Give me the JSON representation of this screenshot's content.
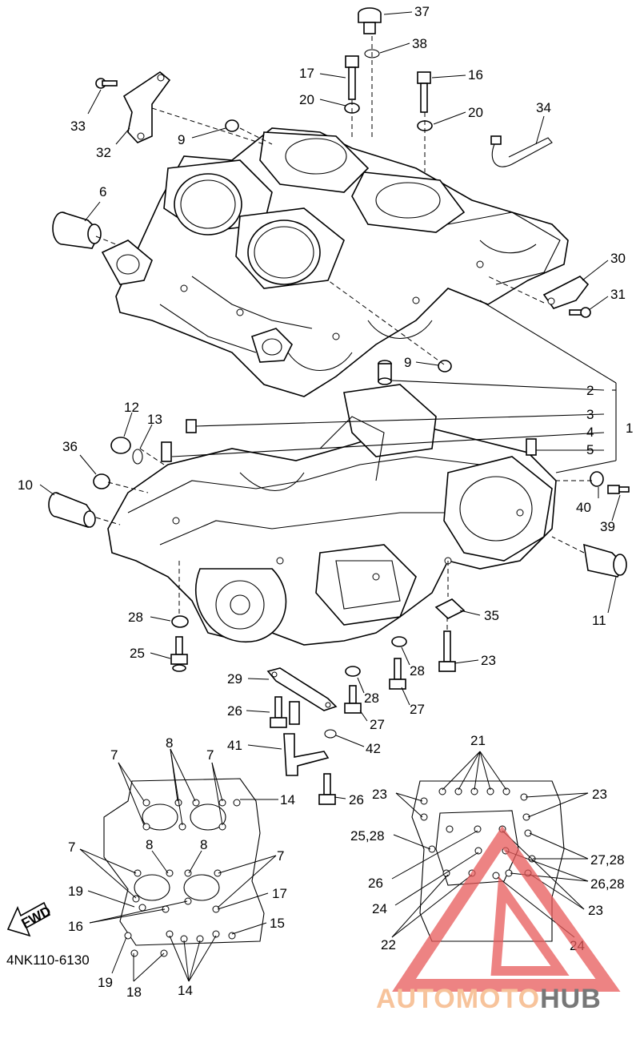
{
  "diagram_code": "4NK110-6130",
  "fwd_label": "FWD",
  "watermark": {
    "part1": "AUTO",
    "part2": "MOTO",
    "part3": "HUB",
    "color_light": "#f5b07a",
    "color_dark": "#4a4a4a",
    "triangle_color": "#e85a5a"
  },
  "callouts": {
    "c1": "1",
    "c2": "2",
    "c3": "3",
    "c4": "4",
    "c5": "5",
    "c6": "6",
    "c7a": "7",
    "c7b": "7",
    "c7c": "7",
    "c7d": "7",
    "c8a": "8",
    "c8b": "8",
    "c8c": "8",
    "c9a": "9",
    "c9b": "9",
    "c10": "10",
    "c11": "11",
    "c12": "12",
    "c13": "13",
    "c14a": "14",
    "c14b": "14",
    "c15": "15",
    "c16a": "16",
    "c16b": "16",
    "c17a": "17",
    "c17b": "17",
    "c18": "18",
    "c19a": "19",
    "c19b": "19",
    "c20a": "20",
    "c20b": "20",
    "c21": "21",
    "c22": "22",
    "c23a": "23",
    "c23b": "23",
    "c23c": "23",
    "c23d": "23",
    "c24a": "24",
    "c24b": "24",
    "c25": "25",
    "c25_28": "25,28",
    "c26a": "26",
    "c26b": "26",
    "c26c": "26",
    "c26_28": "26,28",
    "c27a": "27",
    "c27b": "27",
    "c27_28": "27,28",
    "c28a": "28",
    "c28b": "28",
    "c28c": "28",
    "c29": "29",
    "c30": "30",
    "c31": "31",
    "c32": "32",
    "c33": "33",
    "c34": "34",
    "c35": "35",
    "c36": "36",
    "c37": "37",
    "c38": "38",
    "c39": "39",
    "c40": "40",
    "c41": "41",
    "c42": "42"
  }
}
